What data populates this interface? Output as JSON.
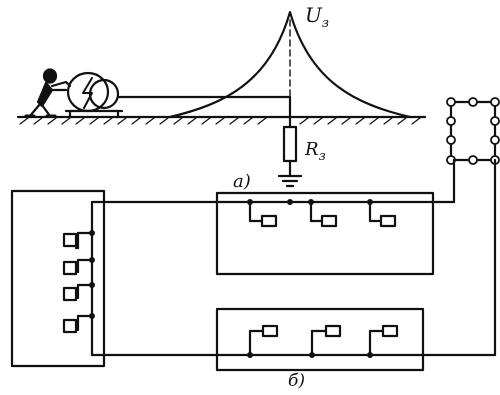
{
  "labels": {
    "potential": "U",
    "potential_sub": "з",
    "resistance": "R",
    "resistance_sub": "з",
    "case_a": "а)",
    "case_b": "б)"
  },
  "colors": {
    "ink": "#111111",
    "paper": "#ffffff"
  },
  "icons": {
    "worker": "person-touching-equipment-icon",
    "equipment": "electric-machine-icon",
    "ground": "ground-symbol-icon",
    "electrode": "earth-electrode-loop-icon"
  }
}
